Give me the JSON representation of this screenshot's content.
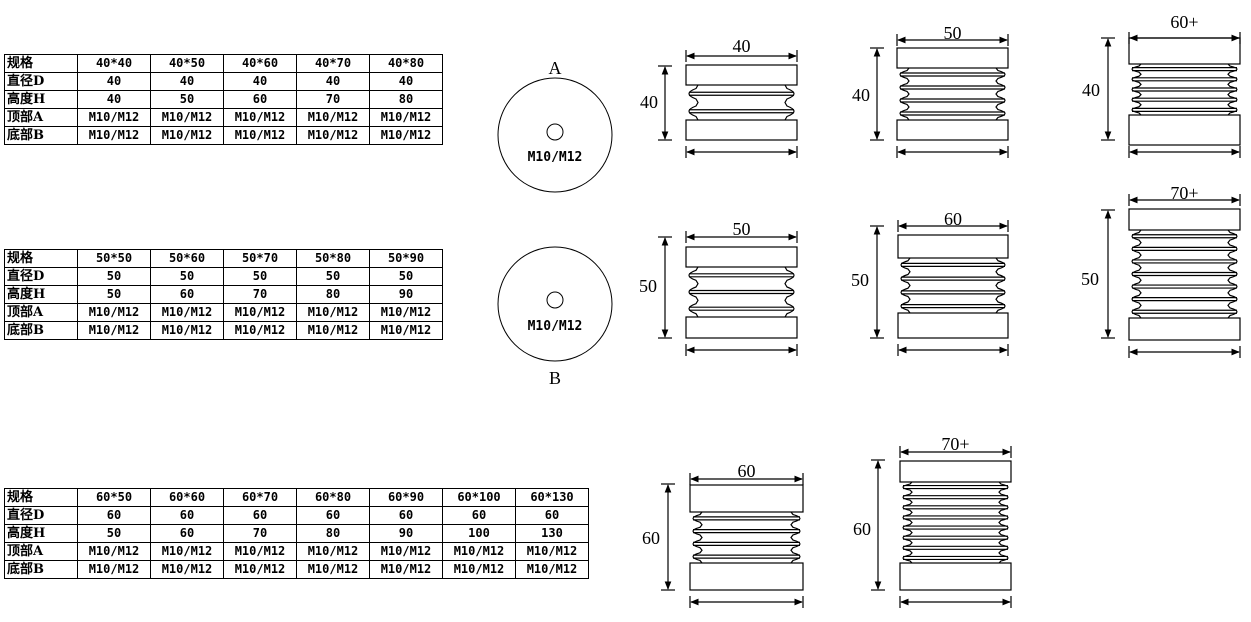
{
  "tables": [
    {
      "row_labels": [
        "规格",
        "直径D",
        "高度H",
        "顶部A",
        "底部B"
      ],
      "columns": [
        [
          "40*40",
          "40",
          "40",
          "M10/M12",
          "M10/M12"
        ],
        [
          "40*50",
          "40",
          "50",
          "M10/M12",
          "M10/M12"
        ],
        [
          "40*60",
          "40",
          "60",
          "M10/M12",
          "M10/M12"
        ],
        [
          "40*70",
          "40",
          "70",
          "M10/M12",
          "M10/M12"
        ],
        [
          "40*80",
          "40",
          "80",
          "M10/M12",
          "M10/M12"
        ]
      ]
    },
    {
      "row_labels": [
        "规格",
        "直径D",
        "高度H",
        "顶部A",
        "底部B"
      ],
      "columns": [
        [
          "50*50",
          "50",
          "50",
          "M10/M12",
          "M10/M12"
        ],
        [
          "50*60",
          "50",
          "60",
          "M10/M12",
          "M10/M12"
        ],
        [
          "50*70",
          "50",
          "70",
          "M10/M12",
          "M10/M12"
        ],
        [
          "50*80",
          "50",
          "80",
          "M10/M12",
          "M10/M12"
        ],
        [
          "50*90",
          "50",
          "90",
          "M10/M12",
          "M10/M12"
        ]
      ]
    },
    {
      "row_labels": [
        "规格",
        "直径D",
        "高度H",
        "顶部A",
        "底部B"
      ],
      "columns": [
        [
          "60*50",
          "60",
          "50",
          "M10/M12",
          "M10/M12"
        ],
        [
          "60*60",
          "60",
          "60",
          "M10/M12",
          "M10/M12"
        ],
        [
          "60*70",
          "60",
          "70",
          "M10/M12",
          "M10/M12"
        ],
        [
          "60*80",
          "60",
          "80",
          "M10/M12",
          "M10/M12"
        ],
        [
          "60*90",
          "60",
          "90",
          "M10/M12",
          "M10/M12"
        ],
        [
          "60*100",
          "60",
          "100",
          "M10/M12",
          "M10/M12"
        ],
        [
          "60*130",
          "60",
          "130",
          "M10/M12",
          "M10/M12"
        ]
      ]
    }
  ],
  "end_views": [
    {
      "label": "A",
      "thread": "M10/M12"
    },
    {
      "label": "B",
      "thread": "M10/M12"
    }
  ],
  "drawings": [
    {
      "width_label": "40",
      "height_label": "40",
      "folds": 2
    },
    {
      "width_label": "50",
      "height_label": "40",
      "folds": 4
    },
    {
      "width_label": "60+",
      "height_label": "40",
      "folds": 5
    },
    {
      "width_label": "50",
      "height_label": "50",
      "folds": 3
    },
    {
      "width_label": "60",
      "height_label": "50",
      "folds": 4
    },
    {
      "width_label": "70+",
      "height_label": "50",
      "folds": 7
    },
    {
      "width_label": "60",
      "height_label": "60",
      "folds": 4
    },
    {
      "width_label": "70+",
      "height_label": "60",
      "folds": 8
    }
  ]
}
